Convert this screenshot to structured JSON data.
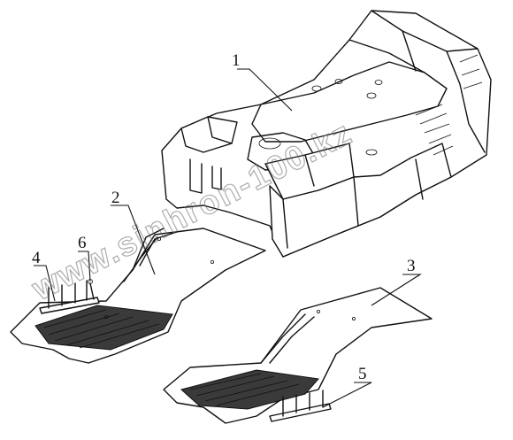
{
  "diagram": {
    "callouts": [
      {
        "id": "1",
        "label": "1"
      },
      {
        "id": "2",
        "label": "2"
      },
      {
        "id": "3",
        "label": "3"
      },
      {
        "id": "4",
        "label": "4"
      },
      {
        "id": "5",
        "label": "5"
      },
      {
        "id": "6",
        "label": "6"
      }
    ],
    "parts": [
      {
        "ref": "1",
        "name": "cab-floor-shell"
      },
      {
        "ref": "2",
        "name": "left-floor-mat"
      },
      {
        "ref": "3",
        "name": "right-floor-mat"
      },
      {
        "ref": "4",
        "name": "left-mat-clip"
      },
      {
        "ref": "5",
        "name": "right-mat-clip"
      },
      {
        "ref": "6",
        "name": "left-mat-fastener"
      }
    ],
    "watermark": "www.sinhron-100.kz",
    "colors": {
      "line": "#111111",
      "mat_texture": "#3a3a3a",
      "watermark": "#6a6a6a"
    }
  }
}
